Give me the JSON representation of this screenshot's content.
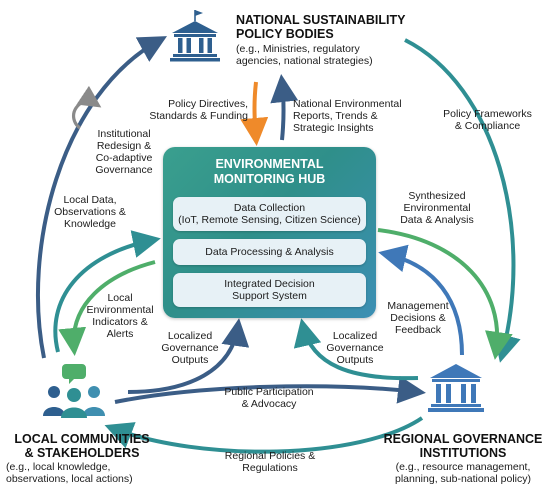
{
  "hub": {
    "title_line1": "ENVIRONMENTAL",
    "title_line2": "MONITORING HUB",
    "components": [
      {
        "line1": "Data Collection",
        "line2": "(IoT, Remote Sensing, Citizen Science)"
      },
      {
        "line1": "Data Processing & Analysis",
        "line2": ""
      },
      {
        "line1": "Integrated Decision",
        "line2": "Support System"
      }
    ]
  },
  "nodes": {
    "national": {
      "title_line1": "NATIONAL SUSTAINABILITY",
      "title_line2": "POLICY BODIES",
      "sub_line1": "(e.g., Ministries, regulatory",
      "sub_line2": "agencies, national strategies)"
    },
    "local": {
      "title_line1": "LOCAL COMMUNITIES",
      "title_line2": "& STAKEHOLDERS",
      "sub_line1": "(e.g., local knowledge,",
      "sub_line2": "observations, local actions)"
    },
    "regional": {
      "title_line1": "REGIONAL GOVERNANCE",
      "title_line2": "INSTITUTIONS",
      "sub_line1": "(e.g., resource management,",
      "sub_line2": "planning, sub-national policy)"
    }
  },
  "flows": {
    "policy_directives": {
      "line1": "Policy Directives,",
      "line2": "Standards & Funding"
    },
    "national_reports": {
      "line1": "National Environmental",
      "line2": "Reports, Trends &",
      "line3": "Strategic Insights"
    },
    "policy_frameworks": {
      "line1": "Policy Frameworks",
      "line2": "& Compliance"
    },
    "institutional_redesign": {
      "line1": "Institutional",
      "line2": "Redesign &",
      "line3": "Co-adaptive",
      "line4": "Governance"
    },
    "local_data": {
      "line1": "Local Data,",
      "line2": "Observations &",
      "line3": "Knowledge"
    },
    "local_indicators": {
      "line1": "Local",
      "line2": "Environmental",
      "line3": "Indicators &",
      "line4": "Alerts"
    },
    "localized_outputs_left": {
      "line1": "Localized",
      "line2": "Governance",
      "line3": "Outputs"
    },
    "localized_outputs_right": {
      "line1": "Localized",
      "line2": "Governance",
      "line3": "Outputs"
    },
    "synthesized_data": {
      "line1": "Synthesized",
      "line2": "Environmental",
      "line3": "Data & Analysis"
    },
    "management_decisions": {
      "line1": "Management",
      "line2": "Decisions &",
      "line3": "Feedback"
    },
    "public_participation": {
      "line1": "Public Participation",
      "line2": "& Advocacy"
    },
    "regional_policies": {
      "line1": "Regional Policies &",
      "line2": "Regulations"
    }
  },
  "colors": {
    "navy": "#3b5d86",
    "teal": "#2f8f93",
    "green": "#4fae6a",
    "orange": "#ef8a2a",
    "blue": "#3f78b8",
    "gray": "#8a8a8a"
  },
  "icons": {
    "national": "government-building-icon",
    "regional": "government-building-icon",
    "local": "people-group-icon",
    "redesign": "circular-arrow-icon"
  }
}
